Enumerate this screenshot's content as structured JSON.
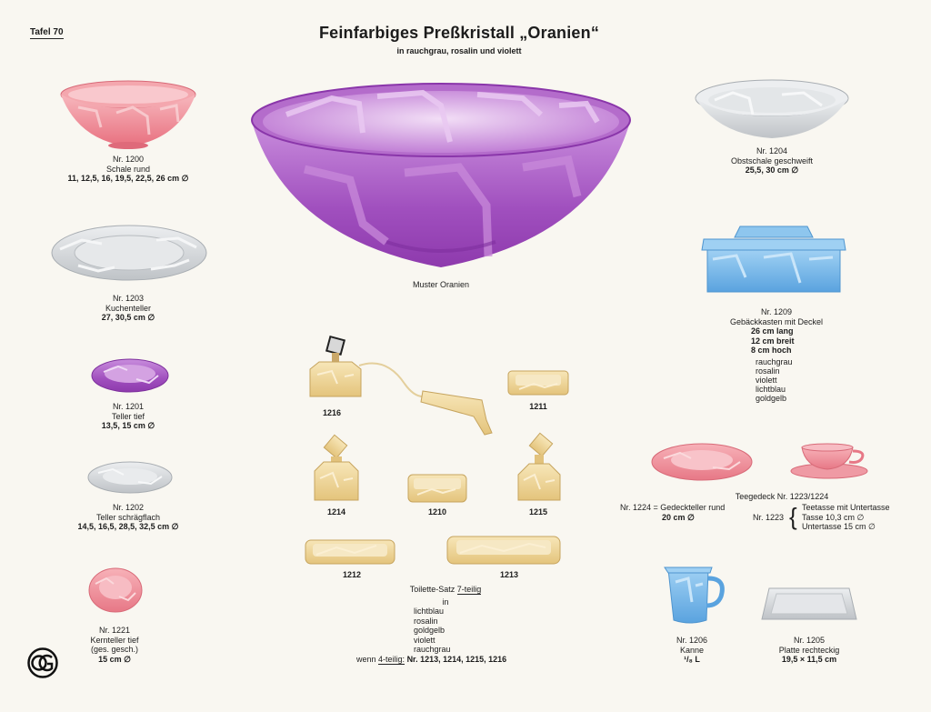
{
  "header": {
    "plate_label": "Tafel 70",
    "title": "Feinfarbiges Preßkristall „Oranien“",
    "subtitle": "in rauchgrau, rosalin und violett"
  },
  "colors": {
    "rosalin": "#ee8a96",
    "rauchgrau": "#cfd1d4",
    "violett": "#a14fbf",
    "lichtblau": "#6fb3e6",
    "goldgelb": "#eed597"
  },
  "center": {
    "caption": "Muster Oranien"
  },
  "items": {
    "i1200": {
      "nr": "Nr. 1200",
      "name": "Schale rund",
      "size": "11, 12,5, 16, 19,5, 22,5, 26 cm ∅"
    },
    "i1203": {
      "nr": "Nr. 1203",
      "name": "Kuchenteller",
      "size": "27, 30,5 cm ∅"
    },
    "i1201": {
      "nr": "Nr. 1201",
      "name": "Teller tief",
      "size": "13,5, 15 cm ∅"
    },
    "i1202": {
      "nr": "Nr. 1202",
      "name": "Teller schrägflach",
      "size": "14,5, 16,5, 28,5, 32,5 cm ∅"
    },
    "i1221": {
      "nr": "Nr. 1221",
      "name": "Kernteller tief",
      "note": "(ges. gesch.)",
      "size": "15 cm ∅"
    },
    "i1204": {
      "nr": "Nr. 1204",
      "name": "Obstschale geschweift",
      "size": "25,5, 30 cm ∅"
    },
    "i1209": {
      "nr": "Nr. 1209",
      "name": "Gebäckkasten mit Deckel",
      "dims": [
        "26 cm lang",
        "12 cm breit",
        "8 cm hoch"
      ],
      "colors": [
        "rauchgrau",
        "rosalin",
        "violett",
        "lichtblau",
        "goldgelb"
      ]
    },
    "tea": {
      "title": "Teegedeck Nr. 1223/1224",
      "n1224": "Nr. 1224 = Gedeckteller rund",
      "n1224_size": "20 cm ∅",
      "n1223": "Nr. 1223",
      "n1223_lines": [
        "Teetasse mit Untertasse",
        "Tasse 10,3 cm ∅",
        "Untertasse 15 cm ∅"
      ]
    },
    "i1206": {
      "nr": "Nr. 1206",
      "name": "Kanne",
      "size": "¹/₈ L"
    },
    "i1205": {
      "nr": "Nr. 1205",
      "name": "Platte rechteckig",
      "size": "19,5 × 11,5 cm"
    }
  },
  "toilette": {
    "numbers": {
      "n1216": "1216",
      "n1211": "1211",
      "n1214": "1214",
      "n1210": "1210",
      "n1215": "1215",
      "n1212": "1212",
      "n1213": "1213"
    },
    "set_prefix": "Toilette-Satz",
    "set_count": "7-teilig",
    "in": "in",
    "colors": [
      "lichtblau",
      "rosalin",
      "goldgelb",
      "violett",
      "rauchgrau"
    ],
    "if_prefix": "wenn",
    "if_count": "4-teilig:",
    "if_numbers": "Nr. 1213, 1214, 1215, 1216"
  },
  "logo": {
    "monogram": "OG"
  }
}
